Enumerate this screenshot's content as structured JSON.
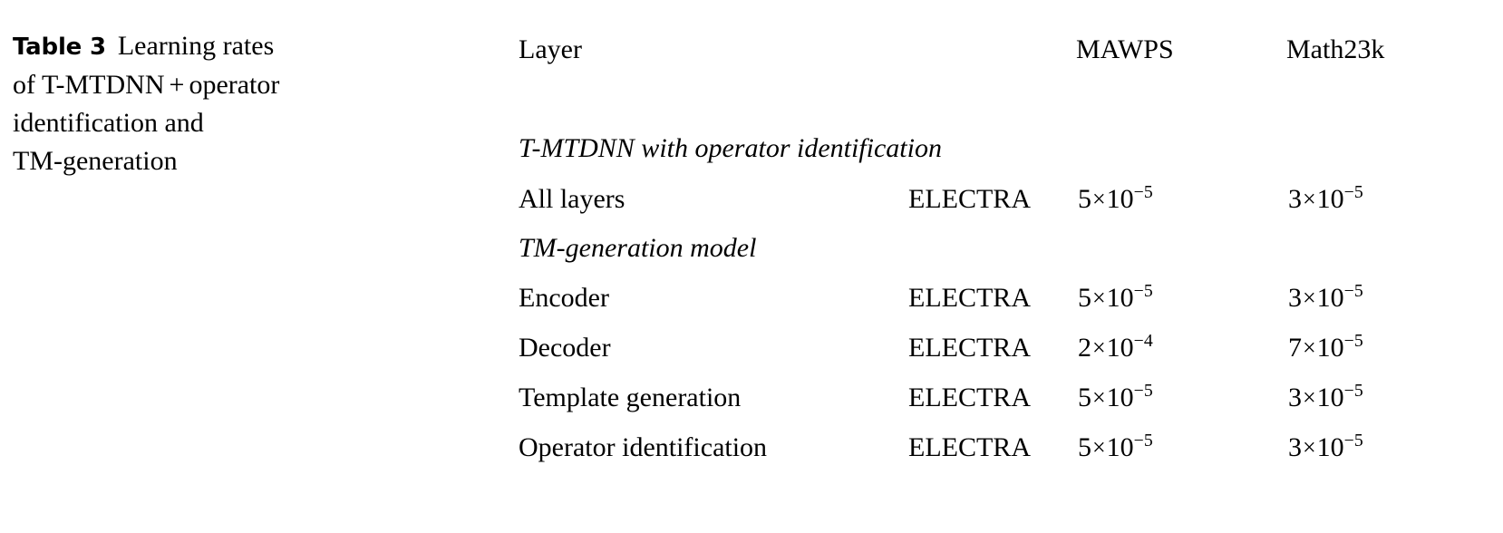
{
  "caption": {
    "label": "Table 3",
    "lines": [
      "Learning rates",
      "of T-MTDNN + operator",
      "identification and",
      "TM-generation"
    ],
    "line1_text": "Learning rates",
    "line2_prefix": "of T-MTDNN",
    "line2_plus": "+",
    "line2_suffix": "operator",
    "line3": "identification and",
    "line4": "TM-generation"
  },
  "table": {
    "columns": [
      "Layer",
      "",
      "MAWPS",
      "Math23k"
    ],
    "header": {
      "layer": "Layer",
      "model": "",
      "mawps": "MAWPS",
      "math23k": "Math23k"
    },
    "rows": [
      {
        "type": "section",
        "label": "T-MTDNN with operator identification"
      },
      {
        "type": "data",
        "layer": "All layers",
        "model": "ELECTRA",
        "mawps": {
          "mantissa": "5",
          "times": "×",
          "base": "10",
          "exponent": "−5"
        },
        "math23k": {
          "mantissa": "3",
          "times": "×",
          "base": "10",
          "exponent": "−5"
        }
      },
      {
        "type": "section",
        "label": "TM-generation model"
      },
      {
        "type": "data",
        "layer": "Encoder",
        "model": "ELECTRA",
        "mawps": {
          "mantissa": "5",
          "times": "×",
          "base": "10",
          "exponent": "−5"
        },
        "math23k": {
          "mantissa": "3",
          "times": "×",
          "base": "10",
          "exponent": "−5"
        }
      },
      {
        "type": "data",
        "layer": "Decoder",
        "model": "ELECTRA",
        "mawps": {
          "mantissa": "2",
          "times": "×",
          "base": "10",
          "exponent": "−4"
        },
        "math23k": {
          "mantissa": "7",
          "times": "×",
          "base": "10",
          "exponent": "−5"
        }
      },
      {
        "type": "data",
        "layer": "Template generation",
        "model": "ELECTRA",
        "mawps": {
          "mantissa": "5",
          "times": "×",
          "base": "10",
          "exponent": "−5"
        },
        "math23k": {
          "mantissa": "3",
          "times": "×",
          "base": "10",
          "exponent": "−5"
        }
      },
      {
        "type": "data",
        "layer": "Operator identification",
        "model": "ELECTRA",
        "mawps": {
          "mantissa": "5",
          "times": "×",
          "base": "10",
          "exponent": "−5"
        },
        "math23k": {
          "mantissa": "3",
          "times": "×",
          "base": "10",
          "exponent": "−5"
        }
      }
    ]
  },
  "colors": {
    "text": "#000000",
    "background": "#ffffff",
    "rule": "#000000"
  }
}
